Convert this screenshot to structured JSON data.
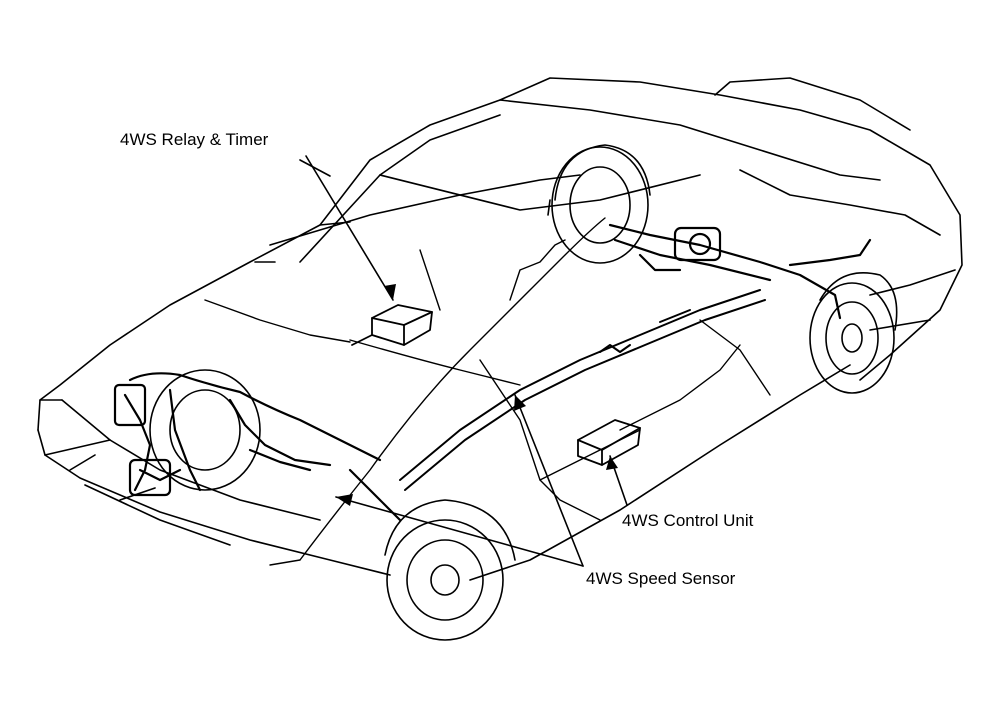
{
  "diagram": {
    "labels": {
      "relay_timer": "4WS Relay & Timer",
      "control_unit": "4WS Control Unit",
      "speed_sensor": "4WS Speed Sensor"
    },
    "colors": {
      "ink": "#000000",
      "paper": "#ffffff"
    }
  }
}
